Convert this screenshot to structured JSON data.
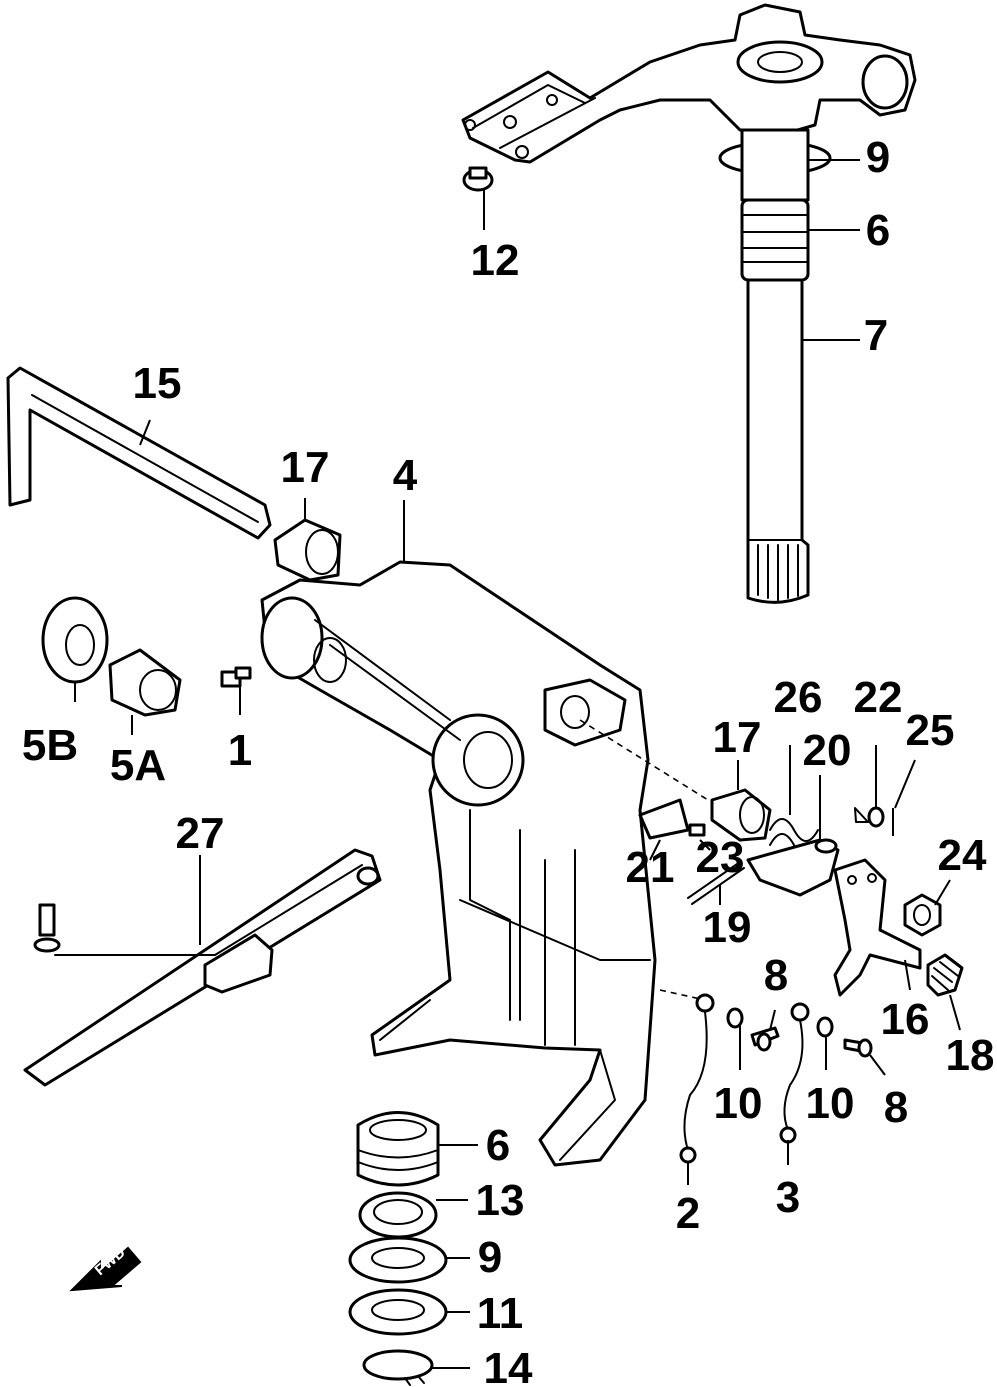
{
  "diagram": {
    "callouts": [
      "1",
      "2",
      "3",
      "4",
      "5A",
      "5B",
      "6",
      "6",
      "7",
      "8",
      "8",
      "9",
      "9",
      "10",
      "10",
      "11",
      "12",
      "13",
      "14",
      "15",
      "16",
      "17",
      "17",
      "18",
      "19",
      "20",
      "21",
      "22",
      "23",
      "24",
      "25",
      "26",
      "27"
    ],
    "forward_arrow_label": "FWD"
  }
}
